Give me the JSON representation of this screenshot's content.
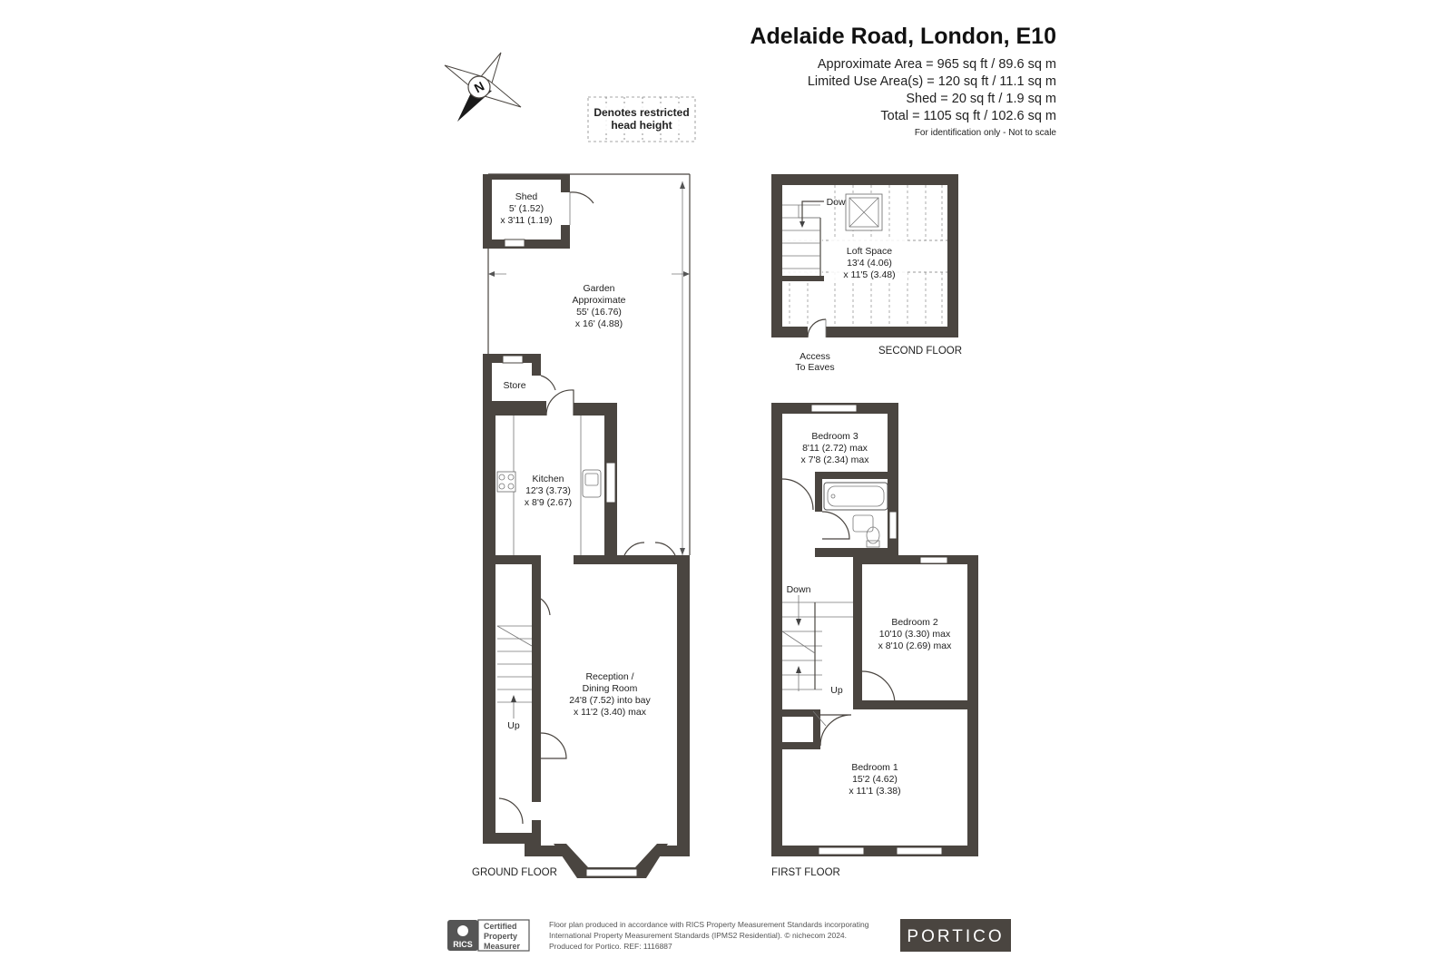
{
  "header": {
    "title": "Adelaide Road, London, E10",
    "areas": [
      "Approximate Area = 965 sq ft / 89.6 sq m",
      "Limited Use Area(s) = 120 sq ft / 11.1 sq m",
      "Shed = 20 sq ft / 1.9 sq m",
      "Total = 1105 sq ft / 102.6 sq m"
    ],
    "note": "For identification only - Not to scale"
  },
  "compass": {
    "label": "N"
  },
  "legend": {
    "line1": "Denotes restricted",
    "line2": "head height"
  },
  "ground_floor": {
    "label": "GROUND FLOOR",
    "shed": {
      "name": "Shed",
      "dim1": "5' (1.52)",
      "dim2": "x 3'11 (1.19)"
    },
    "garden": {
      "name": "Garden",
      "name2": "Approximate",
      "dim1": "55' (16.76)",
      "dim2": "x 16' (4.88)"
    },
    "store": {
      "name": "Store"
    },
    "kitchen": {
      "name": "Kitchen",
      "dim1": "12'3 (3.73)",
      "dim2": "x 8'9 (2.67)"
    },
    "reception": {
      "name": "Reception /",
      "name2": "Dining Room",
      "dim1": "24'8 (7.52) into bay",
      "dim2": "x 11'2 (3.40) max"
    },
    "stairs_label": "Up"
  },
  "second_floor": {
    "label": "SECOND FLOOR",
    "loft": {
      "name": "Loft Space",
      "dim1": "13'4 (4.06)",
      "dim2": "x 11'5 (3.48)"
    },
    "stairs_label": "Down",
    "access_line1": "Access",
    "access_line2": "To Eaves"
  },
  "first_floor": {
    "label": "FIRST FLOOR",
    "bedroom3": {
      "name": "Bedroom 3",
      "dim1": "8'11 (2.72) max",
      "dim2": "x 7'8 (2.34) max"
    },
    "bedroom2": {
      "name": "Bedroom 2",
      "dim1": "10'10 (3.30) max",
      "dim2": "x 8'10 (2.69) max"
    },
    "bedroom1": {
      "name": "Bedroom 1",
      "dim1": "15'2 (4.62)",
      "dim2": "x 11'1 (3.38)"
    },
    "stairs_down": "Down",
    "stairs_up": "Up"
  },
  "footer": {
    "rics_logo_text": "RICS",
    "rics_line1": "Certified",
    "rics_line2": "Property",
    "rics_line3": "Measurer",
    "disclaimer": [
      "Floor plan produced in accordance with RICS Property Measurement Standards incorporating",
      "International Property Measurement Standards (IPMS2 Residential).  © nichecom 2024.",
      "Produced for Portico.    REF:  1116887"
    ],
    "brand": "PORTICO"
  },
  "colors": {
    "wall": "#4a4540",
    "brand_bg": "#4a4540"
  }
}
